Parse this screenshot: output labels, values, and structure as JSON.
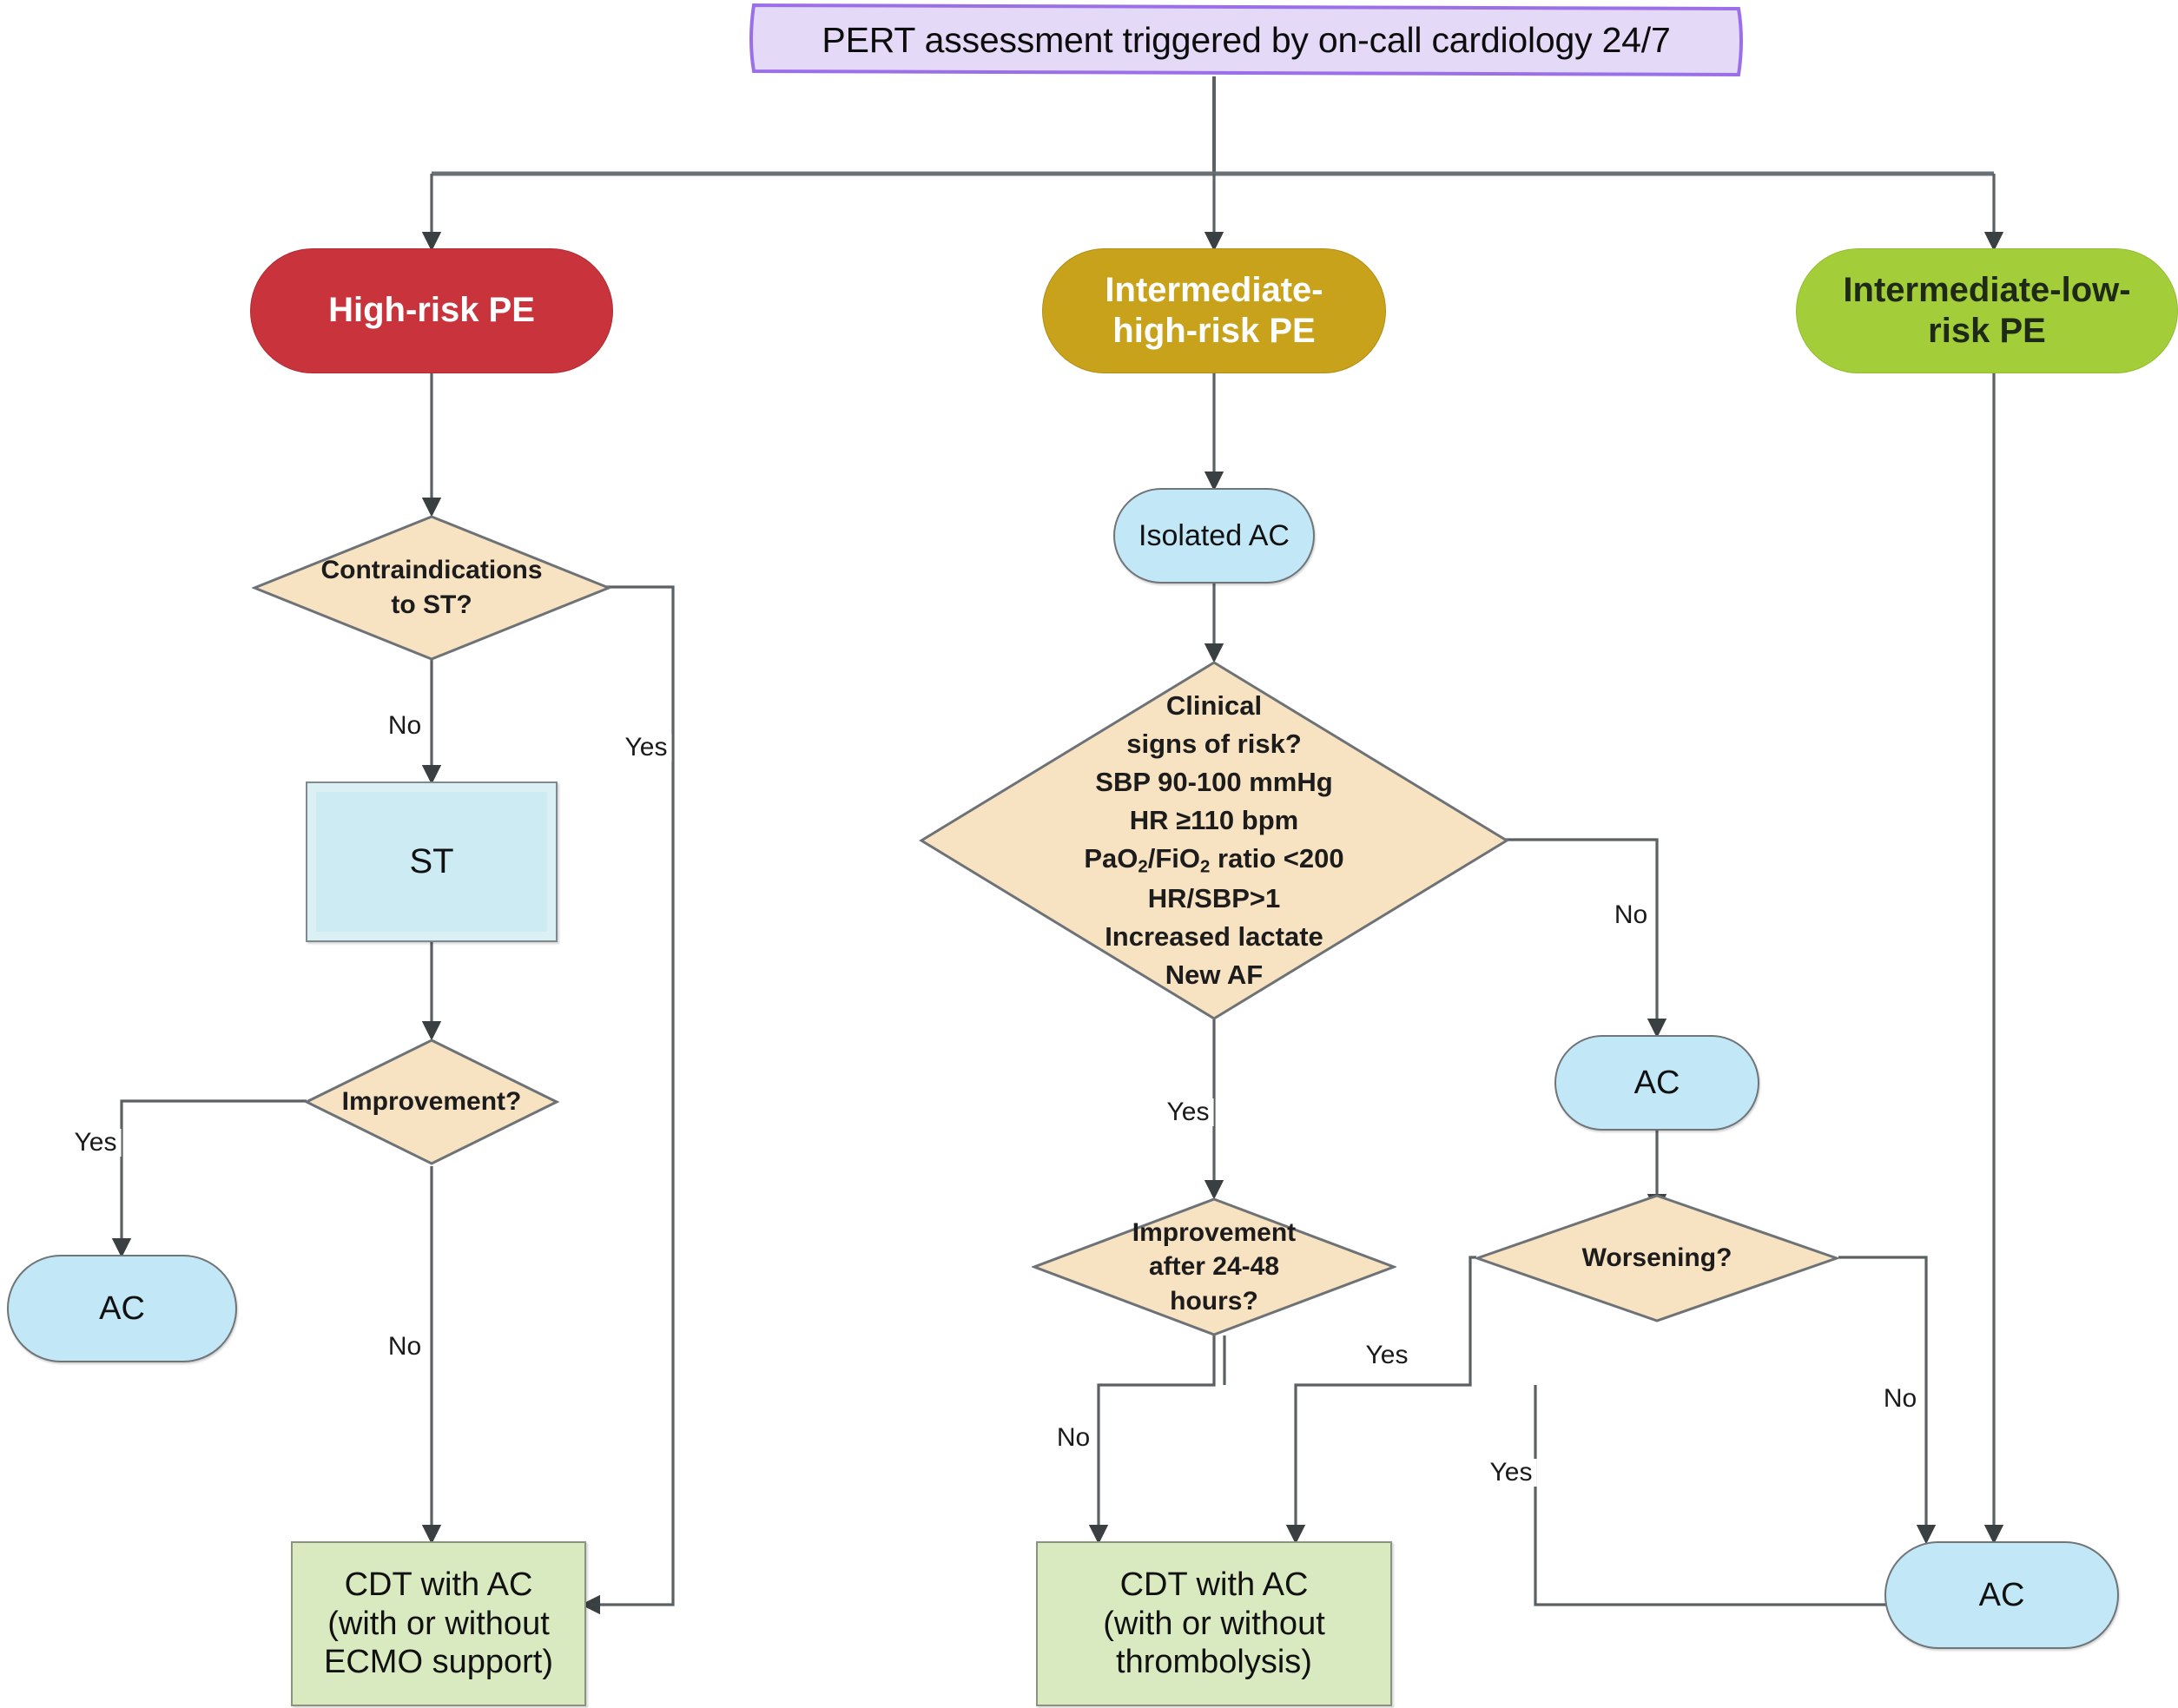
{
  "diagram": {
    "type": "flowchart",
    "title_banner": {
      "label": "PERT assessment triggered by on-call cardiology 24/7",
      "shape": "document",
      "fill": "#E4DAF7",
      "stroke": "#9A6FE8"
    },
    "categories": [
      {
        "id": "high",
        "label": "High-risk PE",
        "fill": "#C8333C",
        "text_color": "#FFFFFF"
      },
      {
        "id": "intm-high",
        "label": "Intermediate-high-risk PE",
        "label_line1": "Intermediate-",
        "label_line2": "high-risk PE",
        "fill": "#C9A21C",
        "text_color": "#FFFFFF"
      },
      {
        "id": "intm-low",
        "label": "Intermediate-low-risk PE",
        "label_line1": "Intermediate-low-",
        "label_line2": "risk PE",
        "fill": "#A3CE39",
        "text_color": "#1F2A16"
      }
    ],
    "decisions": [
      {
        "id": "contra-st",
        "label_line1": "Contraindications",
        "label_line2": "to ST?",
        "fill": "#F7E2C1"
      },
      {
        "id": "improvement-left",
        "label": "Improvement?",
        "fill": "#F7E2C1"
      },
      {
        "id": "clinical-signs",
        "fill": "#F7E2C1",
        "lines": [
          "Clinical",
          "signs of risk?",
          "SBP 90-100 mmHg",
          "HR ≥110 bpm",
          "PaO2/FiO2 ratio <200",
          "HR/SBP>1",
          "Increased lactate",
          "New AF"
        ],
        "line_parts": {
          "pao2_prefix": "PaO",
          "pao2_sub": "2",
          "fio2_mid": "/FiO",
          "fio2_sub": "2",
          "pao2_suffix": " ratio <200"
        }
      },
      {
        "id": "improvement-24-48",
        "label_line1": "Improvement",
        "label_line2": "after 24-48",
        "label_line3": "hours?",
        "fill": "#F7E2C1"
      },
      {
        "id": "worsening",
        "label": "Worsening?",
        "fill": "#F7E2C1"
      }
    ],
    "processes": [
      {
        "id": "st",
        "label": "ST",
        "fill": "#CCEBF2",
        "shape": "rectangle"
      },
      {
        "id": "isolated-ac",
        "label": "Isolated AC",
        "fill": "#C2E7F7",
        "shape": "stadium"
      },
      {
        "id": "ac-left",
        "label": "AC",
        "fill": "#C2E7F7",
        "shape": "stadium"
      },
      {
        "id": "ac-mid",
        "label": "AC",
        "fill": "#C2E7F7",
        "shape": "stadium"
      },
      {
        "id": "ac-right",
        "label": "AC",
        "fill": "#C2E7F7",
        "shape": "stadium"
      }
    ],
    "terminals": [
      {
        "id": "cdt-ecmo",
        "fill": "#D9EAC0",
        "lines": [
          "CDT with AC",
          "(with or without",
          "ECMO support)"
        ]
      },
      {
        "id": "cdt-thrombolysis",
        "fill": "#D9EAC0",
        "lines": [
          "CDT with AC",
          "(with or without",
          "thrombolysis)"
        ]
      }
    ],
    "edge_labels": [
      {
        "id": "contra-no",
        "text": "No"
      },
      {
        "id": "contra-yes",
        "text": "Yes"
      },
      {
        "id": "improv-left-yes",
        "text": "Yes"
      },
      {
        "id": "improv-left-no",
        "text": "No"
      },
      {
        "id": "signs-yes",
        "text": "Yes"
      },
      {
        "id": "signs-no",
        "text": "No"
      },
      {
        "id": "improv2448-no",
        "text": "No"
      },
      {
        "id": "worsening-yes-up",
        "text": "Yes"
      },
      {
        "id": "worsening-yes-dn",
        "text": "Yes"
      },
      {
        "id": "worsening-no",
        "text": "No"
      }
    ],
    "edge_color": "#5a6064"
  }
}
